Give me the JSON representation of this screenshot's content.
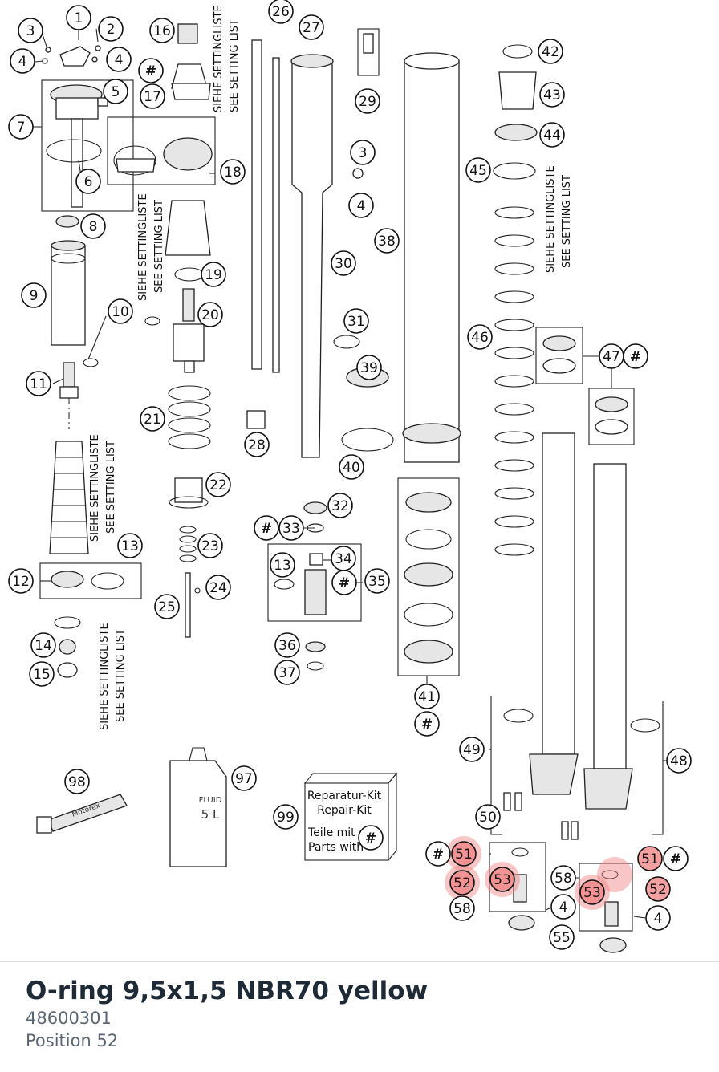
{
  "diagram": {
    "labels": [
      "1",
      "2",
      "3",
      "4",
      "5",
      "6",
      "7",
      "8",
      "9",
      "10",
      "11",
      "12",
      "13",
      "14",
      "15",
      "16",
      "17",
      "18",
      "19",
      "20",
      "21",
      "22",
      "23",
      "24",
      "25",
      "26",
      "27",
      "28",
      "29",
      "30",
      "31",
      "32",
      "33",
      "34",
      "35",
      "36",
      "37",
      "38",
      "39",
      "40",
      "41",
      "42",
      "43",
      "44",
      "45",
      "46",
      "47",
      "48",
      "49",
      "50",
      "51",
      "52",
      "53",
      "55",
      "58",
      "97",
      "98",
      "99",
      "#"
    ],
    "highlighted_labels": [
      "51",
      "52",
      "53"
    ],
    "highlight_color": "#f08080",
    "setting_list_de": "SIEHE SETTINGLISTE",
    "setting_list_en": "SEE SETTING LIST",
    "repair_kit": {
      "title_de": "Reparatur-Kit",
      "title_en": "Repair-Kit",
      "parts_de": "Teile mit",
      "parts_en": "Parts with",
      "symbol": "#"
    },
    "can_label": "5 L",
    "can_brand": "FLUID",
    "tube_brand": "Motorex"
  },
  "part": {
    "name": "O-ring 9,5x1,5 NBR70 yellow",
    "number": "48600301",
    "position": "Position 52"
  }
}
